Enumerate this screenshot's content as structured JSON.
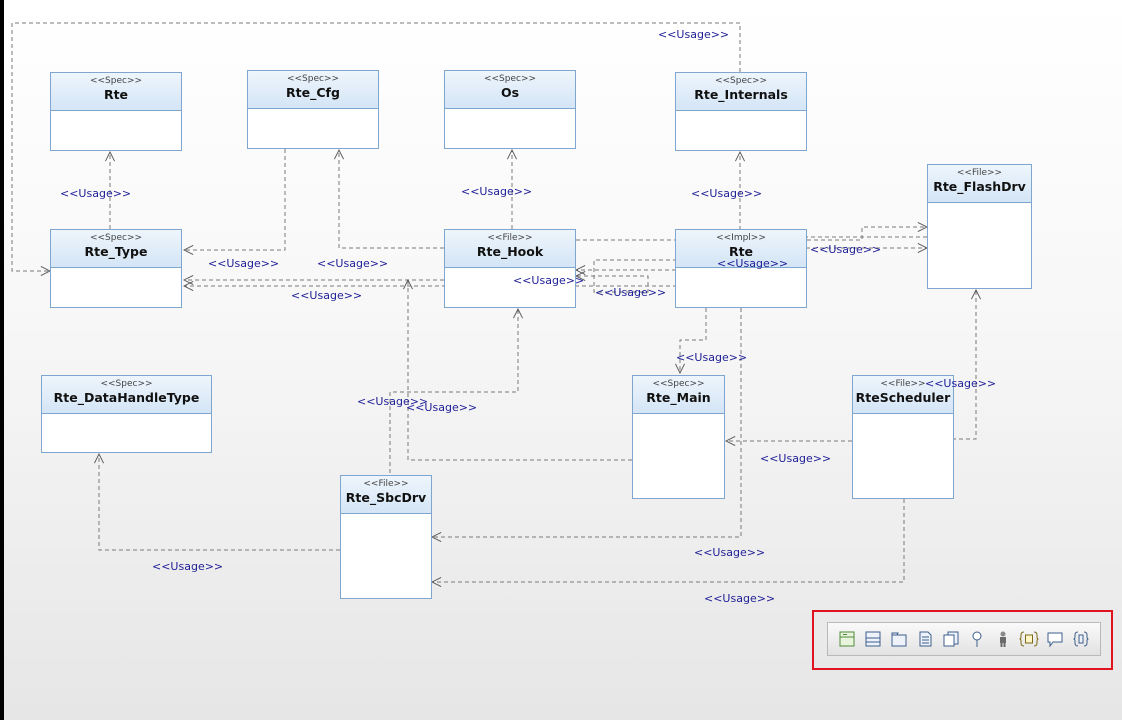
{
  "classes": [
    {
      "id": "rte",
      "stereotype": "<<Spec>>",
      "name": "Rte"
    },
    {
      "id": "rte_cfg",
      "stereotype": "<<Spec>>",
      "name": "Rte_Cfg"
    },
    {
      "id": "os",
      "stereotype": "<<Spec>>",
      "name": "Os"
    },
    {
      "id": "rte_internals",
      "stereotype": "<<Spec>>",
      "name": "Rte_Internals"
    },
    {
      "id": "rte_flashdrv",
      "stereotype": "<<File>>",
      "name": "Rte_FlashDrv"
    },
    {
      "id": "rte_type",
      "stereotype": "<<Spec>>",
      "name": "Rte_Type"
    },
    {
      "id": "rte_hook",
      "stereotype": "<<File>>",
      "name": "Rte_Hook"
    },
    {
      "id": "rte_impl",
      "stereotype": "<<Impl>>",
      "name": "Rte"
    },
    {
      "id": "rte_datahandletype",
      "stereotype": "<<Spec>>",
      "name": "Rte_DataHandleType"
    },
    {
      "id": "rte_main",
      "stereotype": "<<Spec>>",
      "name": "Rte_Main"
    },
    {
      "id": "rtescheduler",
      "stereotype": "<<File>>",
      "name": "RteScheduler"
    },
    {
      "id": "rte_sbcdrv",
      "stereotype": "<<File>>",
      "name": "Rte_SbcDrv"
    }
  ],
  "usage_label": "<<Usage>>",
  "palette": {
    "tools": [
      {
        "icon": "class-icon"
      },
      {
        "icon": "interface-icon"
      },
      {
        "icon": "package-icon"
      },
      {
        "icon": "file-icon"
      },
      {
        "icon": "component-icon"
      },
      {
        "icon": "pin-icon"
      },
      {
        "icon": "actor-icon"
      },
      {
        "icon": "template-icon"
      },
      {
        "icon": "comment-icon"
      },
      {
        "icon": "constraint-icon"
      }
    ]
  },
  "colors": {
    "node_border": "#7ea6cf",
    "node_header": "#d4e5f6",
    "label_text": "#1e1e96",
    "highlight_frame": "#e0141e"
  }
}
